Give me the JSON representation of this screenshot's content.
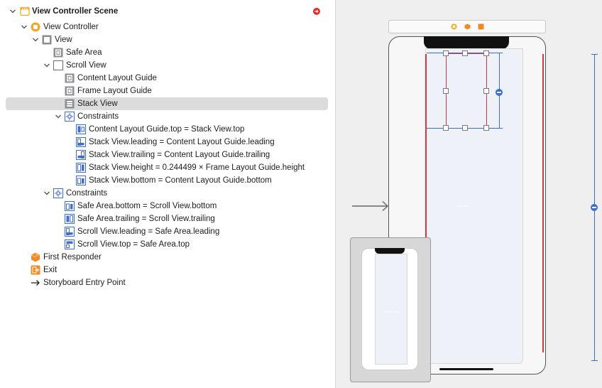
{
  "outline": {
    "scene_title": "View Controller Scene",
    "view_controller": "View Controller",
    "view": "View",
    "safe_area": "Safe Area",
    "scroll_view": "Scroll View",
    "content_layout_guide": "Content Layout Guide",
    "frame_layout_guide": "Frame Layout Guide",
    "stack_view": "Stack View",
    "inner_constraints_group": "Constraints",
    "inner_constraints": [
      "Content Layout Guide.top = Stack View.top",
      "Stack View.leading = Content Layout Guide.leading",
      "Stack View.trailing = Content Layout Guide.trailing",
      "Stack View.height = 0.244499 × Frame Layout Guide.height",
      "Stack View.bottom = Content Layout Guide.bottom"
    ],
    "outer_constraints_group": "Constraints",
    "outer_constraints": [
      "Safe Area.bottom = Scroll View.bottom",
      "Safe Area.trailing = Scroll View.trailing",
      "Scroll View.leading = Safe Area.leading",
      "Scroll View.top = Safe Area.top"
    ],
    "first_responder": "First Responder",
    "exit": "Exit",
    "storyboard_entry_point": "Storyboard Entry Point"
  },
  "colors": {
    "selection": "#dcdcdc",
    "error_badge": "#e0302a",
    "constraint_blue": "#3b6fd6",
    "constraint_red": "#d9363e",
    "scene_icon": "#f5a623"
  },
  "canvas": {
    "scroll_placeholder": "Scroll View",
    "minimap_placeholder": "Scroll View"
  }
}
